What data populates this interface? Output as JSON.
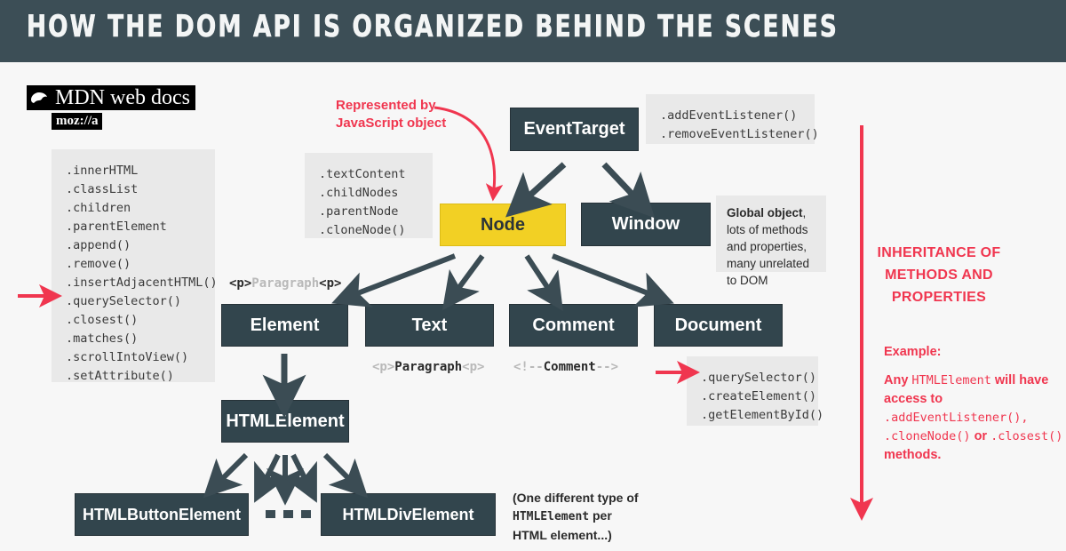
{
  "header": {
    "title": "How the DOM API is organized behind the scenes"
  },
  "logo": {
    "mark": "dino-icon",
    "word": "MDN web docs",
    "tagline": "moz://a"
  },
  "annotations": {
    "represented_by": "Represented by\nJavaScript object",
    "global_object_bold": "Global object",
    "global_object_rest": ", lots of methods and properties, many unrelated to DOM",
    "inheritance_title": "INHERITANCE OF\nMETHODS AND\nPROPERTIES",
    "example_label": "Example:",
    "example_body_1": "Any ",
    "example_mono_1": "HTMLElement",
    "example_body_2": " will have access to",
    "example_mono_2": ".addEventListener(),",
    "example_mono_3": ".cloneNode()",
    "example_body_3": "or ",
    "example_mono_4": ".closest()",
    "example_body_4": " methods.",
    "one_type_1": "(One different type of",
    "one_type_mono": "HTMLElement",
    "one_type_2": " per",
    "one_type_3": "HTML element...)",
    "ellipsis": "dots-ellipsis"
  },
  "boxes": {
    "event_target": "EventTarget",
    "node": "Node",
    "window": "Window",
    "element": "Element",
    "text": "Text",
    "comment": "Comment",
    "document": "Document",
    "html_element": "HTMLElement",
    "html_button_element": "HTMLButtonElement",
    "html_div_element": "HTMLDivElement"
  },
  "method_panels": {
    "element": [
      ".innerHTML",
      ".classList",
      ".children",
      ".parentElement",
      ".append()",
      ".remove()",
      ".insertAdjacentHTML()",
      ".querySelector()",
      ".closest()",
      ".matches()",
      ".scrollIntoView()",
      ".setAttribute()"
    ],
    "node": [
      ".textContent",
      ".childNodes",
      ".parentNode",
      ".cloneNode()"
    ],
    "event_target": [
      ".addEventListener()",
      ".removeEventListener()"
    ],
    "document": [
      ".querySelector()",
      ".createElement()",
      ".getElementById()"
    ]
  },
  "code_annotations": {
    "element_above": {
      "open": "<p>",
      "word": "Paragraph",
      "close": "<p>",
      "tags_dark": true
    },
    "text_below": {
      "open": "<p>",
      "word": "Paragraph",
      "close": "<p>",
      "tags_dark": false
    },
    "comment_below": {
      "open": "<!--",
      "word": "Comment",
      "close": "-->",
      "tags_dark": false
    }
  },
  "colors": {
    "header_bg": "#3C4E56",
    "box_bg": "#32454D",
    "node_yellow": "#F2D024",
    "panel_bg": "#E9E9E9",
    "accent_red": "#F0364F",
    "arrow_dark": "#3B4C54",
    "page_bg": "#F7F7F7"
  }
}
